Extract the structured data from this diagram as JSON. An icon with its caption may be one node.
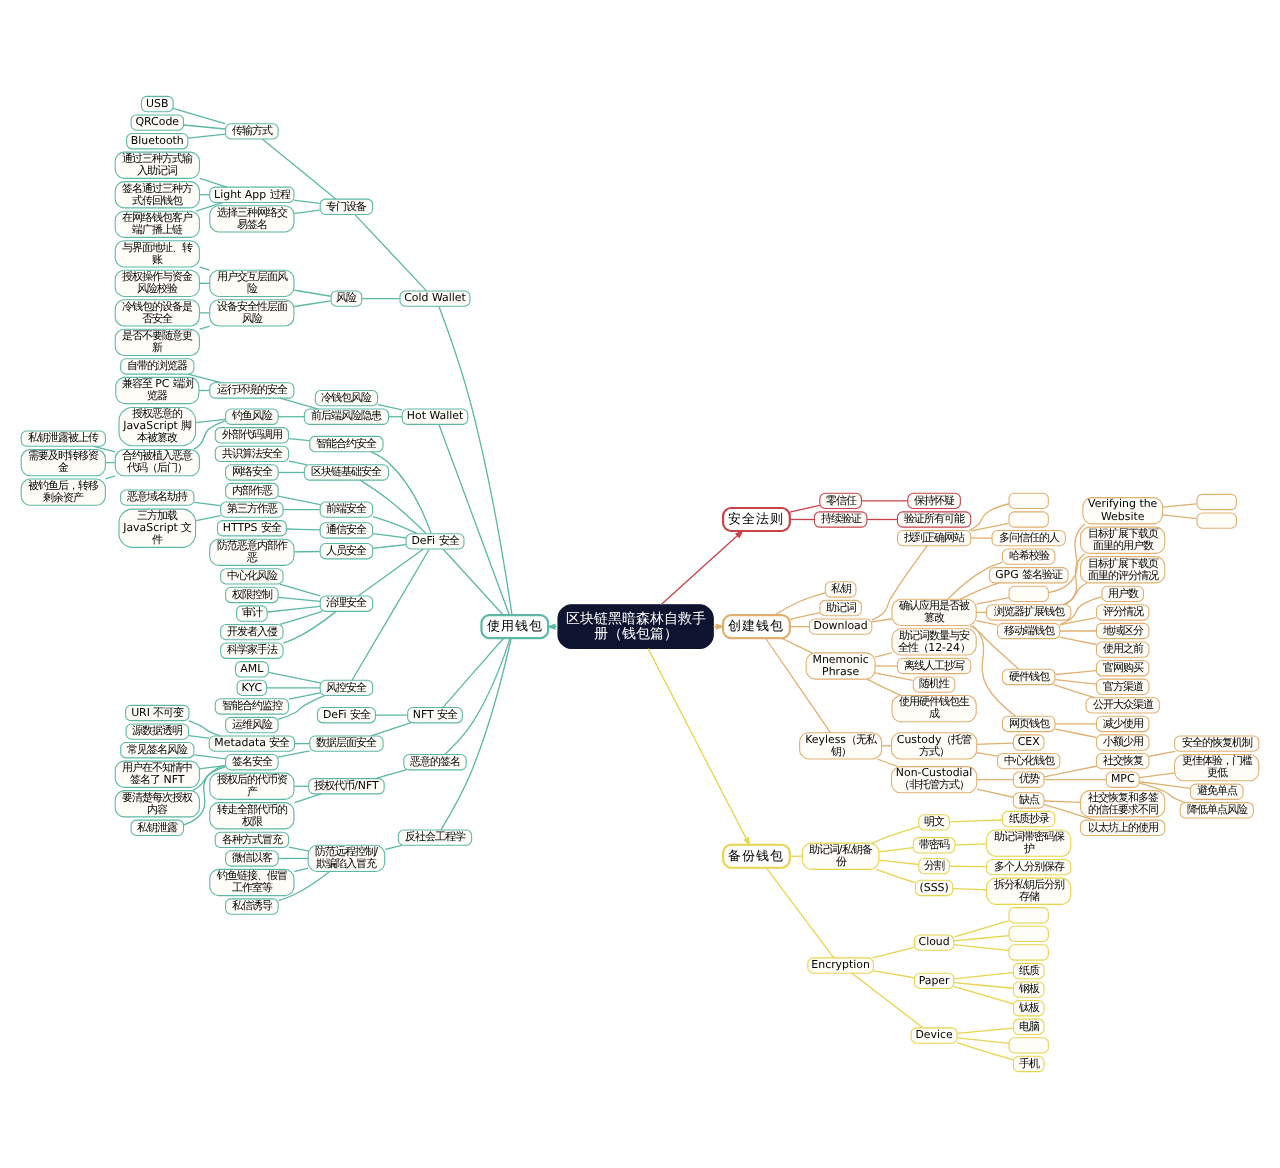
{
  "diagram": {
    "nodes": [
      {
        "text": [
          "区块链黑暗森林自救手册（钱包篇）"
        ]
      },
      {
        "text": [
          "安全法则"
        ]
      },
      {
        "text": [
          "零信任"
        ]
      },
      {
        "text": [
          "保持怀疑"
        ]
      },
      {
        "text": [
          "持续验证"
        ]
      },
      {
        "text": [
          "验证所有可能"
        ]
      },
      {
        "text": [
          "创建钱包"
        ]
      },
      {
        "text": [
          "私钥"
        ]
      },
      {
        "text": [
          "助记词"
        ]
      },
      {
        "text": [
          "Download"
        ]
      },
      {
        "text": [
          "找到正确网站"
        ]
      },
      {
        "text": [],
        "shape": "box"
      },
      {
        "text": [],
        "shape": "box"
      },
      {
        "text": [
          "多问信任的人"
        ]
      },
      {
        "text": [
          "确认应用是否被篡改"
        ]
      },
      {
        "text": [
          "哈希校验"
        ]
      },
      {
        "text": [
          "GPG 签名验证"
        ]
      },
      {
        "text": [],
        "shape": "box"
      },
      {
        "text": [
          "Verifying the Website"
        ]
      },
      {
        "text": [],
        "shape": "box"
      },
      {
        "text": [],
        "shape": "box"
      },
      {
        "text": [
          "浏览器扩展钱包"
        ]
      },
      {
        "text": [
          "目标扩展下载页面里的用户数"
        ]
      },
      {
        "text": [
          "目标扩展下载页面里的评分情况"
        ]
      },
      {
        "text": [
          "移动端钱包"
        ]
      },
      {
        "text": [
          "用户数"
        ]
      },
      {
        "text": [
          "评分情况"
        ]
      },
      {
        "text": [
          "地域区分"
        ]
      },
      {
        "text": [
          "使用之前"
        ]
      },
      {
        "text": [
          "硬件钱包"
        ]
      },
      {
        "text": [
          "官网购买"
        ]
      },
      {
        "text": [
          "官方渠道"
        ]
      },
      {
        "text": [
          "公开大众渠道"
        ]
      },
      {
        "text": [
          "网页钱包"
        ]
      },
      {
        "text": [
          "减少使用"
        ]
      },
      {
        "text": [
          "小额少用"
        ]
      },
      {
        "text": [
          "Mnemonic Phrase"
        ]
      },
      {
        "text": [
          "助记词数量与安全性（12-24）"
        ]
      },
      {
        "text": [
          "离线人工抄写"
        ]
      },
      {
        "text": [
          "随机性"
        ]
      },
      {
        "text": [
          "使用硬件钱包生成"
        ]
      },
      {
        "text": [
          "Keyless（无私钥）"
        ]
      },
      {
        "text": [
          "Custody（托管方式）"
        ]
      },
      {
        "text": [
          "CEX"
        ]
      },
      {
        "text": [
          "中心化钱包"
        ]
      },
      {
        "text": [
          "Non-Custodial（非托管方式）"
        ]
      },
      {
        "text": [
          "优势"
        ]
      },
      {
        "text": [
          "社交恢复"
        ]
      },
      {
        "text": [
          "安全的恢复机制"
        ]
      },
      {
        "text": [
          "MPC"
        ]
      },
      {
        "text": [
          "更佳体验，门槛更低"
        ]
      },
      {
        "text": [
          "避免单点"
        ]
      },
      {
        "text": [
          "降低单点风险"
        ]
      },
      {
        "text": [
          "缺点"
        ]
      },
      {
        "text": [
          "社交恢复和多签的信任要求不同"
        ]
      },
      {
        "text": [
          "以太坊上的使用"
        ]
      },
      {
        "text": [
          "备份钱包"
        ]
      },
      {
        "text": [
          "助记词/私钥备份"
        ]
      },
      {
        "text": [
          "明文"
        ]
      },
      {
        "text": [
          "纸质抄录"
        ]
      },
      {
        "text": [
          "带密码"
        ]
      },
      {
        "text": [
          "助记词带密码保护"
        ]
      },
      {
        "text": [
          "分割"
        ]
      },
      {
        "text": [
          "多个人分别保存"
        ]
      },
      {
        "text": [
          "(SSS)"
        ]
      },
      {
        "text": [
          "拆分私钥后分别存储"
        ]
      },
      {
        "text": [
          "Encryption"
        ]
      },
      {
        "text": [
          "Cloud"
        ]
      },
      {
        "text": [],
        "shape": "box"
      },
      {
        "text": [],
        "shape": "box"
      },
      {
        "text": [],
        "shape": "box"
      },
      {
        "text": [
          "Paper"
        ]
      },
      {
        "text": [
          "纸质"
        ]
      },
      {
        "text": [
          "钢板"
        ]
      },
      {
        "text": [
          "钛板"
        ]
      },
      {
        "text": [
          "Device"
        ]
      },
      {
        "text": [
          "电脑"
        ]
      },
      {
        "text": [],
        "shape": "box"
      },
      {
        "text": [
          "手机"
        ]
      },
      {
        "text": [
          "使用钱包"
        ]
      },
      {
        "text": [
          "Cold Wallet"
        ]
      },
      {
        "text": [
          "专门设备"
        ]
      },
      {
        "text": [
          "传输方式"
        ]
      },
      {
        "text": [
          "USB"
        ]
      },
      {
        "text": [
          "QRCode"
        ]
      },
      {
        "text": [
          "Bluetooth"
        ]
      },
      {
        "text": [
          "Light App 过程"
        ]
      },
      {
        "text": [
          "通过三种方式输入助记词"
        ]
      },
      {
        "text": [
          "签名通过三种方式传回钱包"
        ]
      },
      {
        "text": [
          "在网络钱包客户端广播上链"
        ]
      },
      {
        "text": [
          "风险"
        ]
      },
      {
        "text": [
          "用户交互层面风险"
        ]
      },
      {
        "text": [
          "与界面地址、转账"
        ]
      },
      {
        "text": [
          "授权操作与资金风险校验"
        ]
      },
      {
        "text": [
          "设备安全性层面风险"
        ]
      },
      {
        "text": [
          "冷钱包的设备是否安全"
        ]
      },
      {
        "text": [
          "是否不要随意更新"
        ]
      },
      {
        "text": [
          "Hot Wallet"
        ]
      },
      {
        "text": [
          "冷钱包风险"
        ]
      },
      {
        "text": [
          "前后端风险隐患"
        ]
      },
      {
        "text": [
          "运行环境的安全"
        ]
      },
      {
        "text": [
          "自带的浏览器"
        ]
      },
      {
        "text": [
          "兼容至 PC 端浏览器"
        ]
      },
      {
        "text": [
          "钓鱼风险"
        ]
      },
      {
        "text": [
          "授权恶意的 JavaScript 脚本被篡改"
        ]
      },
      {
        "text": [
          "合约被植入恶意代码（后门）"
        ]
      },
      {
        "text": [
          "私钥泄露被上传"
        ]
      },
      {
        "text": [
          "需要及时转移资金"
        ]
      },
      {
        "text": [
          "被钓鱼后，转移剩余资产"
        ]
      },
      {
        "text": [
          "DeFi 安全"
        ]
      },
      {
        "text": [
          "智能合约安全"
        ]
      },
      {
        "text": [
          "外部代码调用"
        ]
      },
      {
        "text": [
          "区块链基础安全"
        ]
      },
      {
        "text": [
          "共识算法安全"
        ]
      },
      {
        "text": [
          "网络安全"
        ]
      },
      {
        "text": [
          "前端安全"
        ]
      },
      {
        "text": [
          "内部作恶"
        ]
      },
      {
        "text": [
          "第三方作恶"
        ]
      },
      {
        "text": [
          "恶意域名劫持"
        ]
      },
      {
        "text": [
          "三方加载 JavaScript 文件"
        ]
      },
      {
        "text": [
          "通信安全"
        ]
      },
      {
        "text": [
          "HTTPS 安全"
        ]
      },
      {
        "text": [
          "人员安全"
        ]
      },
      {
        "text": [
          "防范恶意内部作恶"
        ]
      },
      {
        "text": [
          "治理安全"
        ]
      },
      {
        "text": [
          "中心化风险"
        ]
      },
      {
        "text": [
          "权限控制"
        ]
      },
      {
        "text": [
          "审计"
        ]
      },
      {
        "text": [
          "开发者入侵"
        ]
      },
      {
        "text": [
          "科学家手法"
        ]
      },
      {
        "text": [
          "风控安全"
        ]
      },
      {
        "text": [
          "AML"
        ]
      },
      {
        "text": [
          "KYC"
        ]
      },
      {
        "text": [
          "智能合约监控"
        ]
      },
      {
        "text": [
          "运维风险"
        ]
      },
      {
        "text": [
          "NFT 安全"
        ]
      },
      {
        "text": [
          "DeFi 安全"
        ]
      },
      {
        "text": [
          "数据层面安全"
        ]
      },
      {
        "text": [
          "Metadata 安全"
        ]
      },
      {
        "text": [
          "URI 不可变"
        ]
      },
      {
        "text": [
          "源数据透明"
        ]
      },
      {
        "text": [
          "签名安全"
        ]
      },
      {
        "text": [
          "常见签名风险"
        ]
      },
      {
        "text": [
          "用户在不知情中签名了 NFT"
        ]
      },
      {
        "text": [
          "要清楚每次授权内容"
        ]
      },
      {
        "text": [
          "私钥泄露"
        ]
      },
      {
        "text": [
          "恶意的签名"
        ]
      },
      {
        "text": [
          "授权代币/NFT"
        ]
      },
      {
        "text": [
          "授权后的代币资产"
        ]
      },
      {
        "text": [
          "转走全部代币的权限"
        ]
      },
      {
        "text": [
          "反社会工程学"
        ]
      },
      {
        "text": [
          "防范远程控制/欺骗陷入冒充"
        ]
      },
      {
        "text": [
          "各种方式冒充"
        ]
      },
      {
        "text": [
          "微信以客"
        ]
      },
      {
        "text": [
          "钓鱼链接、假冒工作室等"
        ]
      },
      {
        "text": [
          "私信诱导"
        ]
      },
      {
        "text": [
          "选择三种网络交易签名"
        ]
      }
    ],
    "edges": [
      {
        "from": 0,
        "to": 1,
        "arrow": "to",
        "color": "#c9424a"
      },
      {
        "from": 0,
        "to": 6,
        "arrow": "to",
        "color": "#e0b070"
      },
      {
        "from": 0,
        "to": 56,
        "arrow": "to",
        "color": "#e8d44d"
      },
      {
        "from": 0,
        "to": 79,
        "arrow": "to",
        "color": "#5cb8a5"
      },
      {
        "from": 1,
        "to": 2,
        "arrow": "none",
        "color": "#c9424a"
      },
      {
        "from": 2,
        "to": 3,
        "arrow": "none",
        "color": "#c9424a"
      },
      {
        "from": 1,
        "to": 4,
        "arrow": "none",
        "color": "#c9424a"
      },
      {
        "from": 4,
        "to": 5,
        "arrow": "none",
        "color": "#c9424a"
      },
      {
        "from": 6,
        "to": 7,
        "arrow": "none",
        "color": "#e0b070"
      },
      {
        "from": 6,
        "to": 8,
        "arrow": "none",
        "color": "#e0b070"
      },
      {
        "from": 6,
        "to": 9,
        "arrow": "none",
        "color": "#e0b070"
      },
      {
        "from": 9,
        "to": 10,
        "arrow": "none",
        "color": "#e0b070"
      },
      {
        "from": 10,
        "to": 11,
        "arrow": "none",
        "color": "#e0b070"
      },
      {
        "from": 10,
        "to": 12,
        "arrow": "none",
        "color": "#e0b070"
      },
      {
        "from": 10,
        "to": 13,
        "arrow": "none",
        "color": "#e0b070"
      },
      {
        "from": 9,
        "to": 14,
        "arrow": "none",
        "color": "#e0b070"
      },
      {
        "from": 14,
        "to": 15,
        "arrow": "none",
        "color": "#e0b070"
      },
      {
        "from": 14,
        "to": 16,
        "arrow": "none",
        "color": "#e0b070"
      },
      {
        "from": 14,
        "to": 17,
        "arrow": "none",
        "color": "#e0b070"
      },
      {
        "from": 17,
        "to": 18,
        "arrow": "none",
        "color": "#e0b070"
      },
      {
        "from": 18,
        "to": 19,
        "arrow": "none",
        "color": "#e0b070"
      },
      {
        "from": 18,
        "to": 20,
        "arrow": "none",
        "color": "#e0b070"
      },
      {
        "from": 14,
        "to": 21,
        "arrow": "none",
        "color": "#e0b070"
      },
      {
        "from": 21,
        "to": 22,
        "arrow": "none",
        "color": "#e0b070"
      },
      {
        "from": 21,
        "to": 23,
        "arrow": "none",
        "color": "#e0b070"
      },
      {
        "from": 14,
        "to": 24,
        "arrow": "none",
        "color": "#e0b070"
      },
      {
        "from": 24,
        "to": 25,
        "arrow": "none",
        "color": "#e0b070"
      },
      {
        "from": 24,
        "to": 26,
        "arrow": "none",
        "color": "#e0b070"
      },
      {
        "from": 24,
        "to": 27,
        "arrow": "none",
        "color": "#e0b070"
      },
      {
        "from": 24,
        "to": 28,
        "arrow": "none",
        "color": "#e0b070"
      },
      {
        "from": 14,
        "to": 29,
        "arrow": "none",
        "color": "#e0b070"
      },
      {
        "from": 29,
        "to": 30,
        "arrow": "none",
        "color": "#e0b070"
      },
      {
        "from": 29,
        "to": 31,
        "arrow": "none",
        "color": "#e0b070"
      },
      {
        "from": 29,
        "to": 32,
        "arrow": "none",
        "color": "#e0b070"
      },
      {
        "from": 14,
        "to": 33,
        "arrow": "none",
        "color": "#e0b070"
      },
      {
        "from": 33,
        "to": 34,
        "arrow": "none",
        "color": "#e0b070"
      },
      {
        "from": 33,
        "to": 35,
        "arrow": "none",
        "color": "#e0b070"
      },
      {
        "from": 6,
        "to": 36,
        "arrow": "none",
        "color": "#e0b070"
      },
      {
        "from": 36,
        "to": 37,
        "arrow": "none",
        "color": "#e0b070"
      },
      {
        "from": 36,
        "to": 38,
        "arrow": "none",
        "color": "#e0b070"
      },
      {
        "from": 36,
        "to": 39,
        "arrow": "none",
        "color": "#e0b070"
      },
      {
        "from": 36,
        "to": 40,
        "arrow": "none",
        "color": "#e0b070"
      },
      {
        "from": 6,
        "to": 41,
        "arrow": "none",
        "color": "#e0b070"
      },
      {
        "from": 41,
        "to": 42,
        "arrow": "none",
        "color": "#e0b070"
      },
      {
        "from": 42,
        "to": 43,
        "arrow": "none",
        "color": "#e0b070"
      },
      {
        "from": 42,
        "to": 44,
        "arrow": "none",
        "color": "#e0b070"
      },
      {
        "from": 41,
        "to": 45,
        "arrow": "none",
        "color": "#e0b070"
      },
      {
        "from": 45,
        "to": 46,
        "arrow": "none",
        "color": "#e0b070"
      },
      {
        "from": 46,
        "to": 47,
        "arrow": "none",
        "color": "#e0b070"
      },
      {
        "from": 47,
        "to": 48,
        "arrow": "none",
        "color": "#e0b070"
      },
      {
        "from": 46,
        "to": 49,
        "arrow": "none",
        "color": "#e0b070"
      },
      {
        "from": 49,
        "to": 50,
        "arrow": "none",
        "color": "#e0b070"
      },
      {
        "from": 49,
        "to": 51,
        "arrow": "none",
        "color": "#e0b070"
      },
      {
        "from": 49,
        "to": 52,
        "arrow": "none",
        "color": "#e0b070"
      },
      {
        "from": 45,
        "to": 53,
        "arrow": "none",
        "color": "#e0b070"
      },
      {
        "from": 53,
        "to": 54,
        "arrow": "none",
        "color": "#e0b070"
      },
      {
        "from": 53,
        "to": 55,
        "arrow": "none",
        "color": "#e0b070"
      },
      {
        "from": 56,
        "to": 57,
        "arrow": "none",
        "color": "#e8d44d"
      },
      {
        "from": 57,
        "to": 58,
        "arrow": "none",
        "color": "#e8d44d"
      },
      {
        "from": 58,
        "to": 59,
        "arrow": "none",
        "color": "#e8d44d"
      },
      {
        "from": 57,
        "to": 60,
        "arrow": "none",
        "color": "#e8d44d"
      },
      {
        "from": 60,
        "to": 61,
        "arrow": "none",
        "color": "#e8d44d"
      },
      {
        "from": 57,
        "to": 62,
        "arrow": "none",
        "color": "#e8d44d"
      },
      {
        "from": 62,
        "to": 63,
        "arrow": "none",
        "color": "#e8d44d"
      },
      {
        "from": 57,
        "to": 64,
        "arrow": "none",
        "color": "#e8d44d"
      },
      {
        "from": 64,
        "to": 65,
        "arrow": "none",
        "color": "#e8d44d"
      },
      {
        "from": 56,
        "to": 66,
        "arrow": "none",
        "color": "#e8d44d"
      },
      {
        "from": 66,
        "to": 67,
        "arrow": "none",
        "color": "#e8d44d"
      },
      {
        "from": 67,
        "to": 68,
        "arrow": "none",
        "color": "#e8d44d"
      },
      {
        "from": 67,
        "to": 69,
        "arrow": "none",
        "color": "#e8d44d"
      },
      {
        "from": 67,
        "to": 70,
        "arrow": "none",
        "color": "#e8d44d"
      },
      {
        "from": 66,
        "to": 71,
        "arrow": "none",
        "color": "#e8d44d"
      },
      {
        "from": 71,
        "to": 72,
        "arrow": "none",
        "color": "#e8d44d"
      },
      {
        "from": 71,
        "to": 73,
        "arrow": "none",
        "color": "#e8d44d"
      },
      {
        "from": 71,
        "to": 74,
        "arrow": "none",
        "color": "#e8d44d"
      },
      {
        "from": 66,
        "to": 75,
        "arrow": "none",
        "color": "#e8d44d"
      },
      {
        "from": 75,
        "to": 76,
        "arrow": "none",
        "color": "#e8d44d"
      },
      {
        "from": 75,
        "to": 77,
        "arrow": "none",
        "color": "#e8d44d"
      },
      {
        "from": 75,
        "to": 78,
        "arrow": "none",
        "color": "#e8d44d"
      },
      {
        "from": 79,
        "to": 80,
        "arrow": "none",
        "color": "#5cb8a5"
      },
      {
        "from": 80,
        "to": 81,
        "arrow": "none",
        "color": "#5cb8a5"
      },
      {
        "from": 81,
        "to": 156,
        "arrow": "none",
        "color": "#5cb8a5"
      },
      {
        "from": 81,
        "to": 82,
        "arrow": "none",
        "color": "#5cb8a5"
      },
      {
        "from": 82,
        "to": 83,
        "arrow": "none",
        "color": "#5cb8a5"
      },
      {
        "from": 82,
        "to": 84,
        "arrow": "none",
        "color": "#5cb8a5"
      },
      {
        "from": 82,
        "to": 85,
        "arrow": "none",
        "color": "#5cb8a5"
      },
      {
        "from": 81,
        "to": 86,
        "arrow": "none",
        "color": "#5cb8a5"
      },
      {
        "from": 86,
        "to": 87,
        "arrow": "none",
        "color": "#5cb8a5"
      },
      {
        "from": 86,
        "to": 88,
        "arrow": "none",
        "color": "#5cb8a5"
      },
      {
        "from": 86,
        "to": 89,
        "arrow": "none",
        "color": "#5cb8a5"
      },
      {
        "from": 80,
        "to": 90,
        "arrow": "none",
        "color": "#5cb8a5"
      },
      {
        "from": 90,
        "to": 91,
        "arrow": "none",
        "color": "#5cb8a5"
      },
      {
        "from": 91,
        "to": 92,
        "arrow": "none",
        "color": "#5cb8a5"
      },
      {
        "from": 91,
        "to": 93,
        "arrow": "none",
        "color": "#5cb8a5"
      },
      {
        "from": 90,
        "to": 94,
        "arrow": "none",
        "color": "#5cb8a5"
      },
      {
        "from": 94,
        "to": 95,
        "arrow": "none",
        "color": "#5cb8a5"
      },
      {
        "from": 94,
        "to": 96,
        "arrow": "none",
        "color": "#5cb8a5"
      },
      {
        "from": 79,
        "to": 97,
        "arrow": "none",
        "color": "#5cb8a5"
      },
      {
        "from": 97,
        "to": 98,
        "arrow": "none",
        "color": "#5cb8a5"
      },
      {
        "from": 97,
        "to": 99,
        "arrow": "none",
        "color": "#5cb8a5"
      },
      {
        "from": 99,
        "to": 100,
        "arrow": "none",
        "color": "#5cb8a5"
      },
      {
        "from": 100,
        "to": 101,
        "arrow": "none",
        "color": "#5cb8a5"
      },
      {
        "from": 100,
        "to": 102,
        "arrow": "none",
        "color": "#5cb8a5"
      },
      {
        "from": 99,
        "to": 103,
        "arrow": "none",
        "color": "#5cb8a5"
      },
      {
        "from": 103,
        "to": 104,
        "arrow": "none",
        "color": "#5cb8a5"
      },
      {
        "from": 103,
        "to": 105,
        "arrow": "none",
        "color": "#5cb8a5"
      },
      {
        "from": 105,
        "to": 106,
        "arrow": "none",
        "color": "#5cb8a5"
      },
      {
        "from": 105,
        "to": 107,
        "arrow": "none",
        "color": "#5cb8a5"
      },
      {
        "from": 105,
        "to": 108,
        "arrow": "none",
        "color": "#5cb8a5"
      },
      {
        "from": 79,
        "to": 109,
        "arrow": "none",
        "color": "#5cb8a5"
      },
      {
        "from": 109,
        "to": 110,
        "arrow": "none",
        "color": "#5cb8a5"
      },
      {
        "from": 110,
        "to": 111,
        "arrow": "none",
        "color": "#5cb8a5"
      },
      {
        "from": 109,
        "to": 112,
        "arrow": "none",
        "color": "#5cb8a5"
      },
      {
        "from": 112,
        "to": 113,
        "arrow": "none",
        "color": "#5cb8a5"
      },
      {
        "from": 112,
        "to": 114,
        "arrow": "none",
        "color": "#5cb8a5"
      },
      {
        "from": 109,
        "to": 115,
        "arrow": "none",
        "color": "#5cb8a5"
      },
      {
        "from": 115,
        "to": 116,
        "arrow": "none",
        "color": "#5cb8a5"
      },
      {
        "from": 115,
        "to": 117,
        "arrow": "none",
        "color": "#5cb8a5"
      },
      {
        "from": 117,
        "to": 118,
        "arrow": "none",
        "color": "#5cb8a5"
      },
      {
        "from": 117,
        "to": 119,
        "arrow": "none",
        "color": "#5cb8a5"
      },
      {
        "from": 109,
        "to": 120,
        "arrow": "none",
        "color": "#5cb8a5"
      },
      {
        "from": 120,
        "to": 121,
        "arrow": "none",
        "color": "#5cb8a5"
      },
      {
        "from": 109,
        "to": 122,
        "arrow": "none",
        "color": "#5cb8a5"
      },
      {
        "from": 122,
        "to": 123,
        "arrow": "none",
        "color": "#5cb8a5"
      },
      {
        "from": 109,
        "to": 124,
        "arrow": "none",
        "color": "#5cb8a5"
      },
      {
        "from": 124,
        "to": 125,
        "arrow": "none",
        "color": "#5cb8a5"
      },
      {
        "from": 124,
        "to": 126,
        "arrow": "none",
        "color": "#5cb8a5"
      },
      {
        "from": 124,
        "to": 127,
        "arrow": "none",
        "color": "#5cb8a5"
      },
      {
        "from": 124,
        "to": 128,
        "arrow": "none",
        "color": "#5cb8a5"
      },
      {
        "from": 124,
        "to": 129,
        "arrow": "none",
        "color": "#5cb8a5"
      },
      {
        "from": 109,
        "to": 130,
        "arrow": "none",
        "color": "#5cb8a5"
      },
      {
        "from": 130,
        "to": 131,
        "arrow": "none",
        "color": "#5cb8a5"
      },
      {
        "from": 130,
        "to": 132,
        "arrow": "none",
        "color": "#5cb8a5"
      },
      {
        "from": 130,
        "to": 133,
        "arrow": "none",
        "color": "#5cb8a5"
      },
      {
        "from": 130,
        "to": 134,
        "arrow": "none",
        "color": "#5cb8a5"
      },
      {
        "from": 79,
        "to": 135,
        "arrow": "none",
        "color": "#5cb8a5"
      },
      {
        "from": 135,
        "to": 136,
        "arrow": "none",
        "color": "#5cb8a5"
      },
      {
        "from": 135,
        "to": 137,
        "arrow": "none",
        "color": "#5cb8a5"
      },
      {
        "from": 137,
        "to": 138,
        "arrow": "none",
        "color": "#5cb8a5"
      },
      {
        "from": 138,
        "to": 139,
        "arrow": "none",
        "color": "#5cb8a5"
      },
      {
        "from": 138,
        "to": 140,
        "arrow": "none",
        "color": "#5cb8a5"
      },
      {
        "from": 137,
        "to": 141,
        "arrow": "none",
        "color": "#5cb8a5"
      },
      {
        "from": 141,
        "to": 142,
        "arrow": "none",
        "color": "#5cb8a5"
      },
      {
        "from": 141,
        "to": 143,
        "arrow": "none",
        "color": "#5cb8a5"
      },
      {
        "from": 141,
        "to": 144,
        "arrow": "none",
        "color": "#5cb8a5"
      },
      {
        "from": 141,
        "to": 145,
        "arrow": "none",
        "color": "#5cb8a5"
      },
      {
        "from": 79,
        "to": 146,
        "arrow": "none",
        "color": "#5cb8a5"
      },
      {
        "from": 146,
        "to": 147,
        "arrow": "none",
        "color": "#5cb8a5"
      },
      {
        "from": 147,
        "to": 148,
        "arrow": "none",
        "color": "#5cb8a5"
      },
      {
        "from": 147,
        "to": 149,
        "arrow": "none",
        "color": "#5cb8a5"
      },
      {
        "from": 79,
        "to": 150,
        "arrow": "none",
        "color": "#5cb8a5"
      },
      {
        "from": 150,
        "to": 151,
        "arrow": "none",
        "color": "#5cb8a5"
      },
      {
        "from": 151,
        "to": 152,
        "arrow": "none",
        "color": "#5cb8a5"
      },
      {
        "from": 151,
        "to": 153,
        "arrow": "none",
        "color": "#5cb8a5"
      },
      {
        "from": 151,
        "to": 154,
        "arrow": "none",
        "color": "#5cb8a5"
      },
      {
        "from": 151,
        "to": 155,
        "arrow": "none",
        "color": "#5cb8a5"
      }
    ]
  }
}
